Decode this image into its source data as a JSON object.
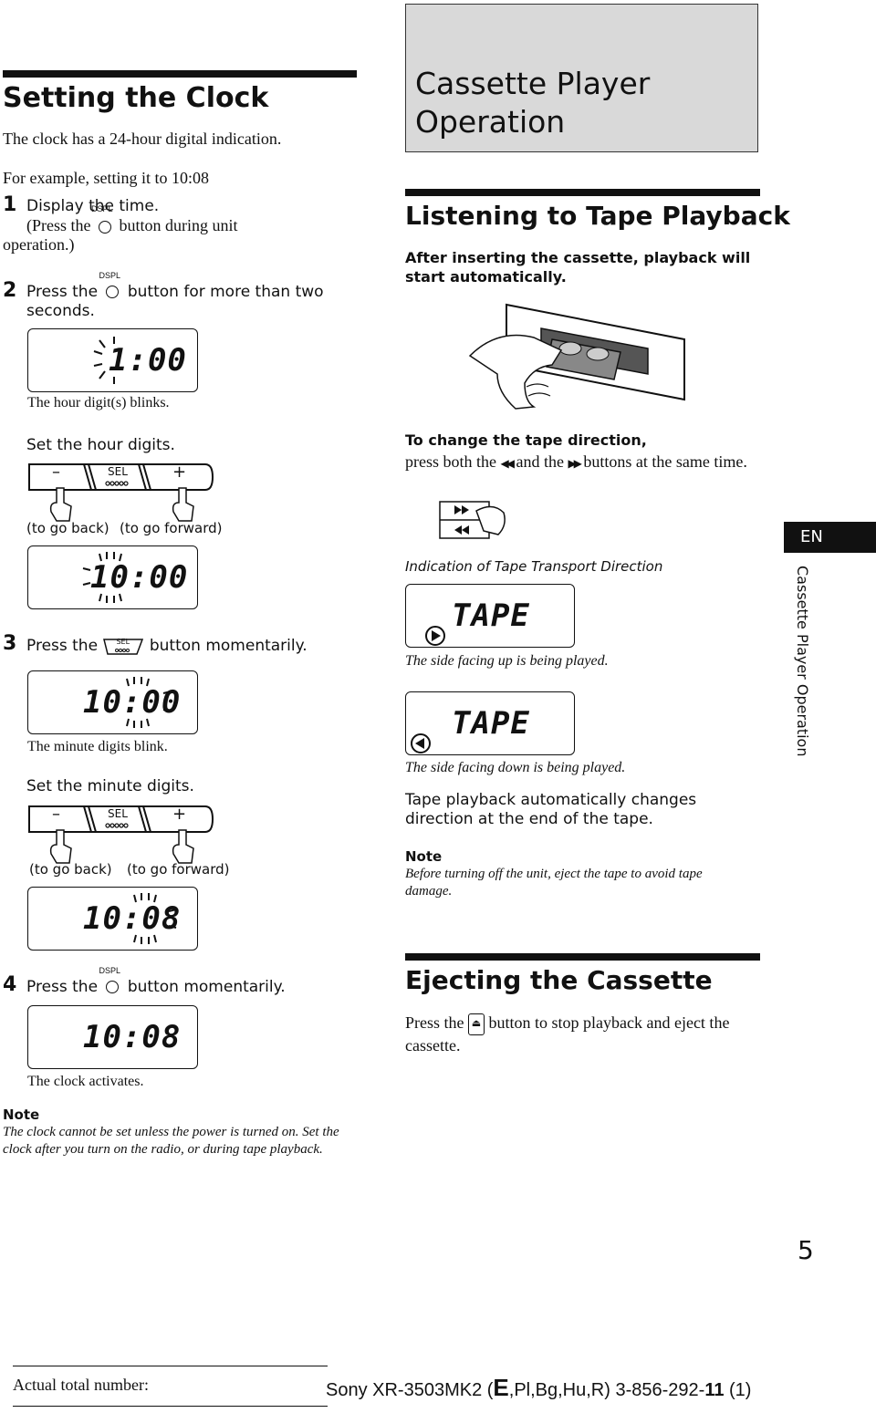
{
  "clock": {
    "title": "Setting the Clock",
    "intro": "The clock has a 24-hour digital indication.",
    "example": "For example, setting it to 10:08",
    "step1_num": "1",
    "step1_title": "Display the time.",
    "step1_a": "(Press the",
    "step1_b": "button during  unit",
    "step1_c": "operation.)",
    "dspl_label": "DSPL",
    "step2_num": "2",
    "step2_a": "Press the",
    "step2_b": "button for more than two",
    "step2_c": "seconds.",
    "display1": "1:00",
    "hour_blinks": "The hour digit(s) blinks.",
    "set_hour": "Set the hour digits.",
    "rocker_minus": "–",
    "rocker_sel": "SEL",
    "rocker_plus": "+",
    "go_back": "(to go back)",
    "go_forward": "(to go forward)",
    "display2": "10:00",
    "step3_num": "3",
    "step3_a": "Press the",
    "step3_b": "button momentarily.",
    "display3": "10:00",
    "minute_blink": "The minute digits blink.",
    "set_minute": "Set the minute digits.",
    "display4": "10:08",
    "step4_num": "4",
    "step4_a": "Press the",
    "step4_b": "button momentarily.",
    "display5": "10:08",
    "clock_activates": "The clock activates.",
    "note_label": "Note",
    "note_text": "The clock cannot be set unless the power is turned on. Set the clock after you turn on the radio, or during tape playback."
  },
  "cassette": {
    "header": "Cassette Player Operation",
    "listening_title": "Listening to Tape Playback",
    "listening_text": "After inserting the cassette, playback will start automatically.",
    "change_dir_bold": "To change the tape direction,",
    "change_dir_a": "press both the",
    "change_dir_b": "and the",
    "change_dir_c": "buttons at the same time.",
    "rew_symbol": "◀◀",
    "ff_symbol": "▶▶",
    "indication_title": "Indication of Tape Transport Direction",
    "tape_display": "TAPE",
    "side_up": "The side facing up is being played.",
    "side_down": "The side facing down is being played.",
    "auto_change": "Tape playback automatically changes direction at the end of the tape.",
    "note_label": "Note",
    "note_text": "Before turning off the unit, eject the tape to avoid tape damage.",
    "eject_title": "Ejecting the Cassette",
    "eject_a": "Press the",
    "eject_b": "button to stop playback and eject the cassette."
  },
  "side_tab": {
    "lang": "EN",
    "section": "Cassette Player Operation"
  },
  "page_number": "5",
  "footer": {
    "actual_total": "Actual total number:",
    "model_a": "Sony XR-3503MK2 (",
    "model_e": "E",
    "model_b": ",Pl,Bg,Hu,R) 3-856-292-",
    "model_11": "11",
    "model_c": " (1)"
  }
}
